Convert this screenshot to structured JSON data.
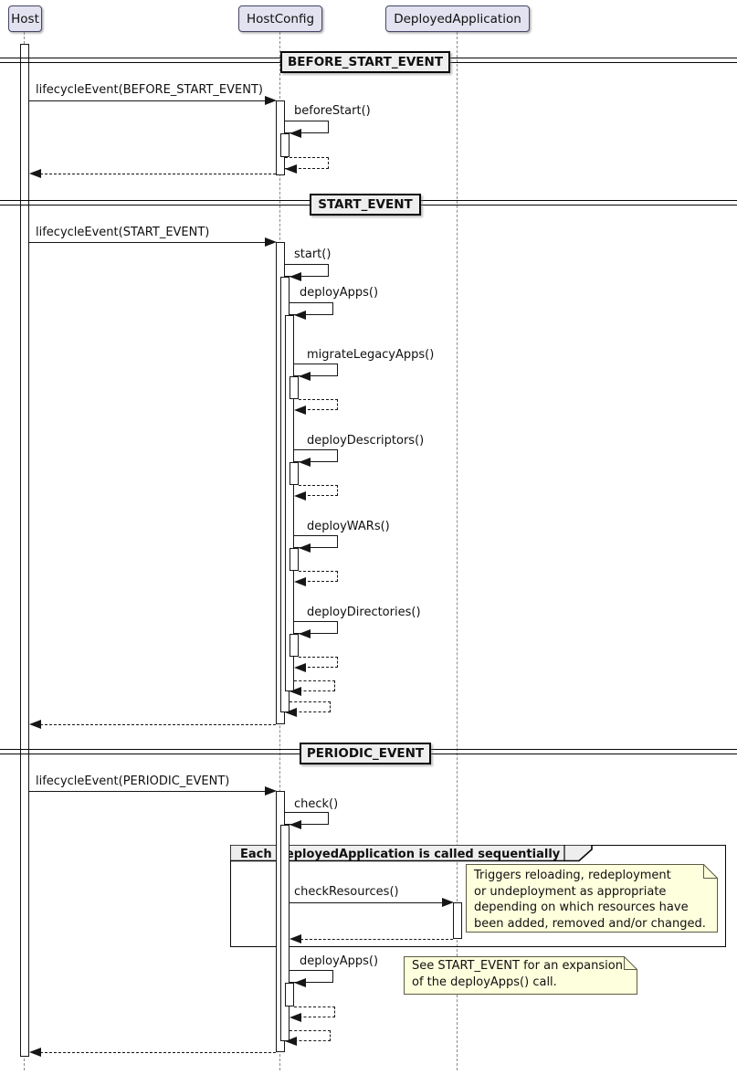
{
  "diagram_type": "sequence-diagram",
  "colors": {
    "participant_fill": "#E2E2F0",
    "divider_fill": "#EEEEEE",
    "group_header_fill": "#EEEEEE",
    "note_fill": "#FEFFDD",
    "line": "#161616",
    "lifeline": "#8a8a8a"
  },
  "participants": {
    "host": "Host",
    "hostconfig": "HostConfig",
    "deployedapplication": "DeployedApplication"
  },
  "dividers": {
    "before_start": "BEFORE_START_EVENT",
    "start": "START_EVENT",
    "periodic": "PERIODIC_EVENT"
  },
  "messages": {
    "lifecycle_before_start": "lifecycleEvent(BEFORE_START_EVENT)",
    "before_start_call": "beforeStart()",
    "lifecycle_start": "lifecycleEvent(START_EVENT)",
    "start_call": "start()",
    "deploy_apps_call": "deployApps()",
    "migrate_legacy_apps_call": "migrateLegacyApps()",
    "deploy_descriptors_call": "deployDescriptors()",
    "deploy_wars_call": "deployWARs()",
    "deploy_directories_call": "deployDirectories()",
    "lifecycle_periodic": "lifecycleEvent(PERIODIC_EVENT)",
    "check_call": "check()",
    "check_resources_call": "checkResources()",
    "deploy_apps_periodic_call": "deployApps()"
  },
  "group": {
    "title": "Each DeployedApplication is called sequentially"
  },
  "notes": {
    "check_resources_note": "Triggers reloading, redeployment\nor undeployment as appropriate\ndepending on which resources have\nbeen added, removed and/or changed.",
    "deploy_apps_note": "See START_EVENT for an expansion\nof the deployApps() call."
  }
}
